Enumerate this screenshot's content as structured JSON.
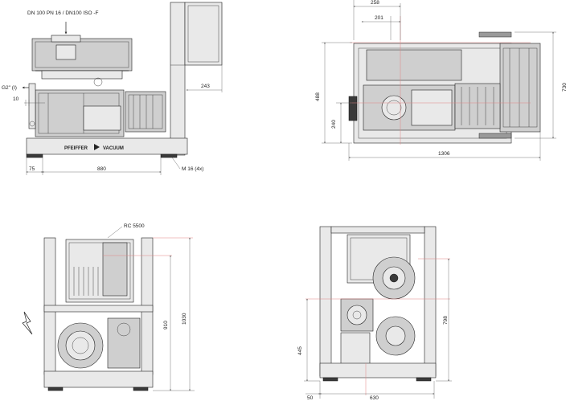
{
  "labels": {
    "inlet_flange": "DN 100 PN 16 / DN100 ISO -F",
    "exhaust": "G2\" (I)",
    "brand_left": "PFEIFFER",
    "brand_right": "VACUUM",
    "foot_bolt": "M 16 (4x)",
    "control_unit": "RC 5500"
  },
  "dimensions": {
    "side_view": {
      "d10": "10",
      "d243": "243",
      "d75": "75",
      "d880": "880"
    },
    "top_view": {
      "d258": "258",
      "d201": "201",
      "d488": "488",
      "d240": "240",
      "d730": "730",
      "d1306": "1306"
    },
    "front_view": {
      "d910": "910",
      "d1030": "1030"
    },
    "rear_view": {
      "d445": "445",
      "d798": "798",
      "d50": "50",
      "d630": "630"
    }
  }
}
